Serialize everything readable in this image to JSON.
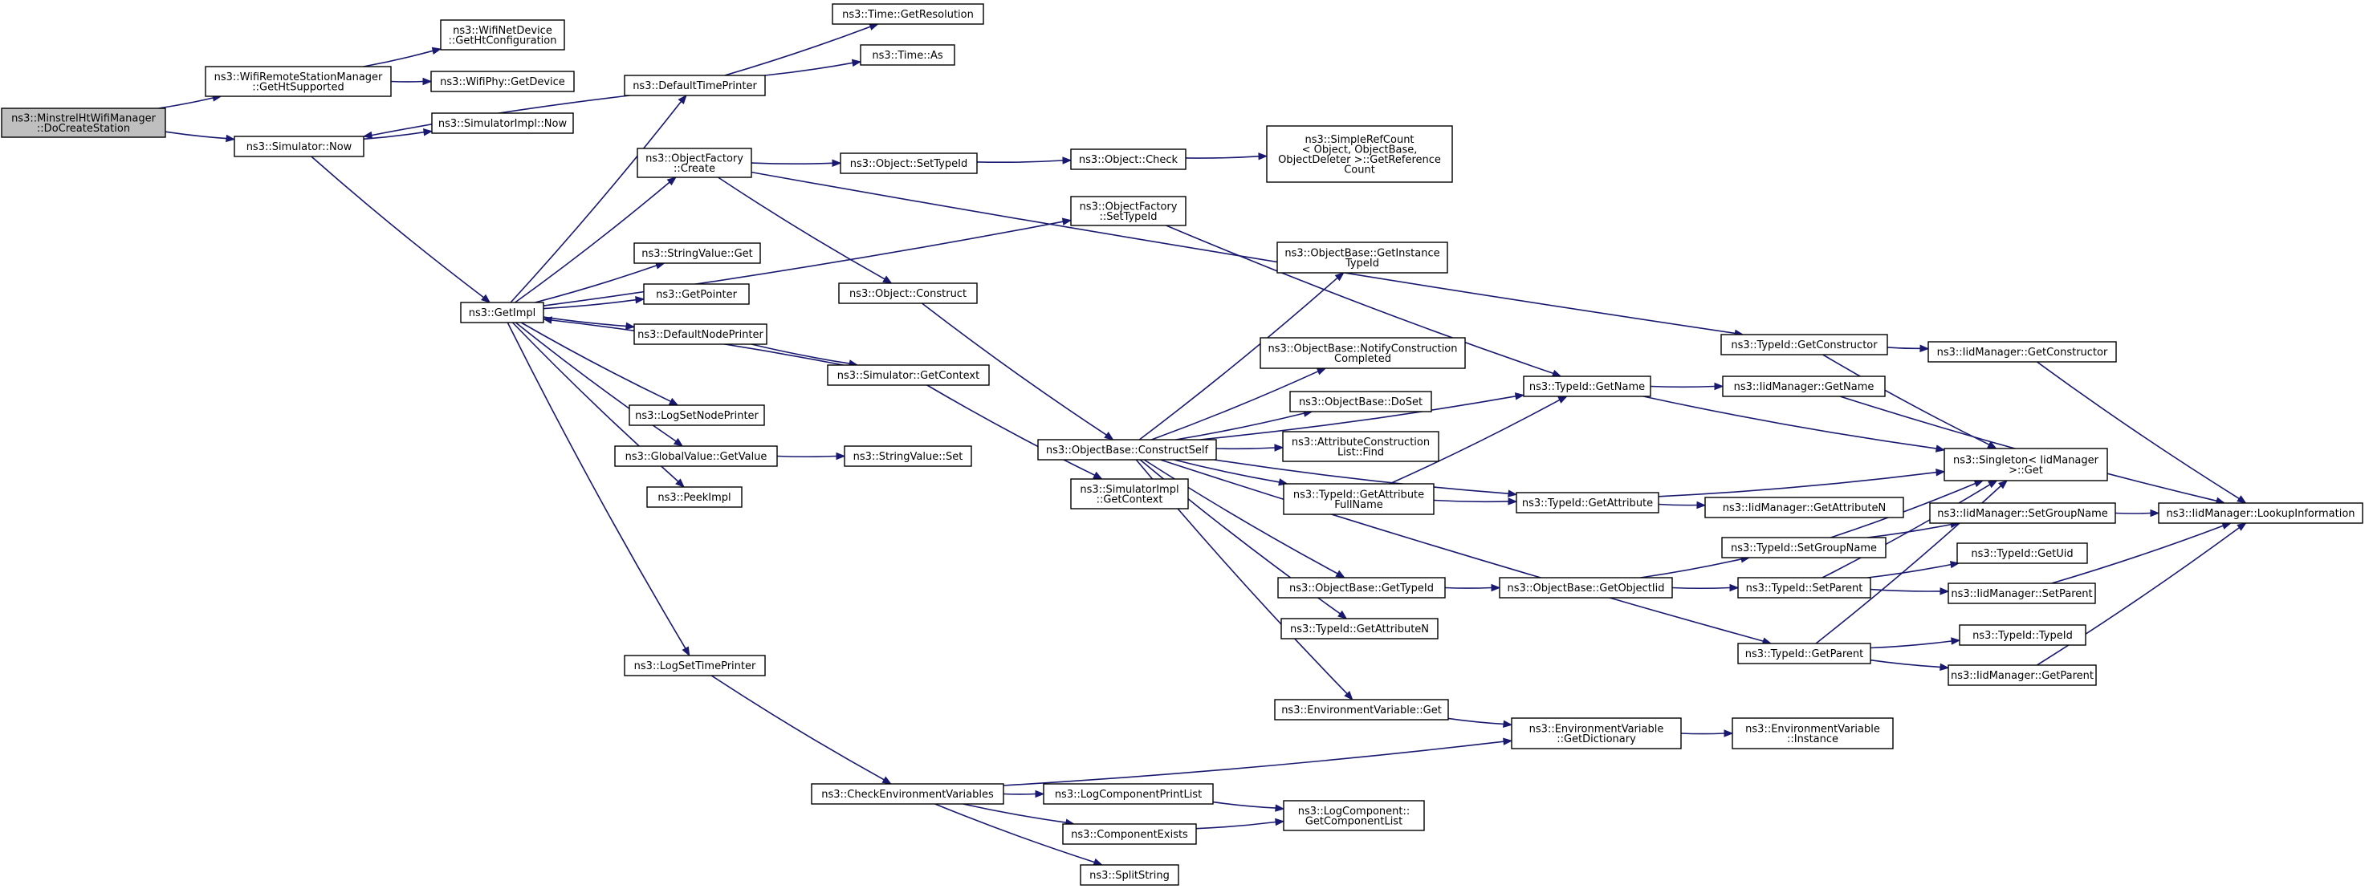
{
  "diagram": {
    "nodes": [
      {
        "id": "root",
        "lines": [
          "ns3::MinstrelHtWifiManager",
          "::DoCreateStation"
        ],
        "root": true
      },
      {
        "id": "rsm_getht",
        "lines": [
          "ns3::WifiRemoteStationManager",
          "::GetHtSupported"
        ]
      },
      {
        "id": "netdev_htconf",
        "lines": [
          "ns3::WifiNetDevice",
          "::GetHtConfiguration"
        ]
      },
      {
        "id": "phy_getdevice",
        "lines": [
          "ns3::WifiPhy::GetDevice"
        ]
      },
      {
        "id": "sim_now",
        "lines": [
          "ns3::Simulator::Now"
        ]
      },
      {
        "id": "simimpl_now",
        "lines": [
          "ns3::SimulatorImpl::Now"
        ]
      },
      {
        "id": "default_time_printer",
        "lines": [
          "ns3::DefaultTimePrinter"
        ]
      },
      {
        "id": "time_getres",
        "lines": [
          "ns3::Time::GetResolution"
        ]
      },
      {
        "id": "time_as",
        "lines": [
          "ns3::Time::As"
        ]
      },
      {
        "id": "getimpl",
        "lines": [
          "ns3::GetImpl"
        ]
      },
      {
        "id": "objfactory_create",
        "lines": [
          "ns3::ObjectFactory",
          "::Create"
        ]
      },
      {
        "id": "object_settypeid",
        "lines": [
          "ns3::Object::SetTypeId"
        ]
      },
      {
        "id": "object_check",
        "lines": [
          "ns3::Object::Check"
        ]
      },
      {
        "id": "simplerefcount",
        "lines": [
          "ns3::SimpleRefCount",
          "< Object, ObjectBase,",
          "ObjectDeleter >::GetReference",
          "Count"
        ]
      },
      {
        "id": "objfactory_settypeid",
        "lines": [
          "ns3::ObjectFactory",
          "::SetTypeId"
        ]
      },
      {
        "id": "stringvalue_get",
        "lines": [
          "ns3::StringValue::Get"
        ]
      },
      {
        "id": "getpointer",
        "lines": [
          "ns3::GetPointer"
        ]
      },
      {
        "id": "defaultnodeprinter",
        "lines": [
          "ns3::DefaultNodePrinter"
        ]
      },
      {
        "id": "object_construct",
        "lines": [
          "ns3::Object::Construct"
        ]
      },
      {
        "id": "sim_getcontext",
        "lines": [
          "ns3::Simulator::GetContext"
        ]
      },
      {
        "id": "logsetnodeprinter",
        "lines": [
          "ns3::LogSetNodePrinter"
        ]
      },
      {
        "id": "globalvalue_getvalue",
        "lines": [
          "ns3::GlobalValue::GetValue"
        ]
      },
      {
        "id": "stringvalue_set",
        "lines": [
          "ns3::StringValue::Set"
        ]
      },
      {
        "id": "peekimpl",
        "lines": [
          "ns3::PeekImpl"
        ]
      },
      {
        "id": "logsettimeprinter",
        "lines": [
          "ns3::LogSetTimePrinter"
        ]
      },
      {
        "id": "checkenv",
        "lines": [
          "ns3::CheckEnvironmentVariables"
        ]
      },
      {
        "id": "logcompprintlist",
        "lines": [
          "ns3::LogComponentPrintList"
        ]
      },
      {
        "id": "componentexists",
        "lines": [
          "ns3::ComponentExists"
        ]
      },
      {
        "id": "splitstring",
        "lines": [
          "ns3::SplitString"
        ]
      },
      {
        "id": "logcomp_getlist",
        "lines": [
          "ns3::LogComponent::",
          "GetComponentList"
        ]
      },
      {
        "id": "objbase_constructself",
        "lines": [
          "ns3::ObjectBase::ConstructSelf"
        ]
      },
      {
        "id": "simimpl_getcontext",
        "lines": [
          "ns3::SimulatorImpl",
          "::GetContext"
        ]
      },
      {
        "id": "objbase_getinstancetypeid",
        "lines": [
          "ns3::ObjectBase::GetInstance",
          "TypeId"
        ]
      },
      {
        "id": "objbase_notifyconstruction",
        "lines": [
          "ns3::ObjectBase::NotifyConstruction",
          "Completed"
        ]
      },
      {
        "id": "objbase_doset",
        "lines": [
          "ns3::ObjectBase::DoSet"
        ]
      },
      {
        "id": "attrconstr_find",
        "lines": [
          "ns3::AttributeConstruction",
          "List::Find"
        ]
      },
      {
        "id": "typeid_getattrfullname",
        "lines": [
          "ns3::TypeId::GetAttribute",
          "FullName"
        ]
      },
      {
        "id": "objbase_gettypeid",
        "lines": [
          "ns3::ObjectBase::GetTypeId"
        ]
      },
      {
        "id": "typeid_getattrn",
        "lines": [
          "ns3::TypeId::GetAttributeN"
        ]
      },
      {
        "id": "envvar_get",
        "lines": [
          "ns3::EnvironmentVariable::Get"
        ]
      },
      {
        "id": "typeid_getname",
        "lines": [
          "ns3::TypeId::GetName"
        ]
      },
      {
        "id": "typeid_getattribute",
        "lines": [
          "ns3::TypeId::GetAttribute"
        ]
      },
      {
        "id": "objbase_getobjectiid",
        "lines": [
          "ns3::ObjectBase::GetObjectIid"
        ]
      },
      {
        "id": "envvar_getdict",
        "lines": [
          "ns3::EnvironmentVariable",
          "::GetDictionary"
        ]
      },
      {
        "id": "envvar_instance",
        "lines": [
          "ns3::EnvironmentVariable",
          "::Instance"
        ]
      },
      {
        "id": "typeid_getconstructor",
        "lines": [
          "ns3::TypeId::GetConstructor"
        ]
      },
      {
        "id": "iid_getname",
        "lines": [
          "ns3::IidManager::GetName"
        ]
      },
      {
        "id": "iid_getattrn",
        "lines": [
          "ns3::IidManager::GetAttributeN"
        ]
      },
      {
        "id": "typeid_setgroupname",
        "lines": [
          "ns3::TypeId::SetGroupName"
        ]
      },
      {
        "id": "typeid_setparent",
        "lines": [
          "ns3::TypeId::SetParent"
        ]
      },
      {
        "id": "typeid_getparent",
        "lines": [
          "ns3::TypeId::GetParent"
        ]
      },
      {
        "id": "iid_getconstructor",
        "lines": [
          "ns3::IidManager::GetConstructor"
        ]
      },
      {
        "id": "singleton_get",
        "lines": [
          "ns3::Singleton< IidManager",
          ">::Get"
        ]
      },
      {
        "id": "iid_setgroupname",
        "lines": [
          "ns3::IidManager::SetGroupName"
        ]
      },
      {
        "id": "typeid_getuid",
        "lines": [
          "ns3::TypeId::GetUid"
        ]
      },
      {
        "id": "iid_setparent",
        "lines": [
          "ns3::IidManager::SetParent"
        ]
      },
      {
        "id": "typeid_typeid",
        "lines": [
          "ns3::TypeId::TypeId"
        ]
      },
      {
        "id": "iid_getparent",
        "lines": [
          "ns3::IidManager::GetParent"
        ]
      },
      {
        "id": "iid_lookupinfo",
        "lines": [
          "ns3::IidManager::LookupInformation"
        ]
      }
    ],
    "edges": [
      [
        "root",
        "rsm_getht"
      ],
      [
        "root",
        "sim_now"
      ],
      [
        "rsm_getht",
        "netdev_htconf"
      ],
      [
        "rsm_getht",
        "phy_getdevice"
      ],
      [
        "sim_now",
        "simimpl_now"
      ],
      [
        "sim_now",
        "getimpl"
      ],
      [
        "default_time_printer",
        "sim_now"
      ],
      [
        "default_time_printer",
        "time_getres"
      ],
      [
        "default_time_printer",
        "time_as"
      ],
      [
        "getimpl",
        "default_time_printer"
      ],
      [
        "getimpl",
        "objfactory_create"
      ],
      [
        "getimpl",
        "objfactory_settypeid"
      ],
      [
        "getimpl",
        "stringvalue_get"
      ],
      [
        "getimpl",
        "getpointer"
      ],
      [
        "getimpl",
        "defaultnodeprinter"
      ],
      [
        "getimpl",
        "logsetnodeprinter"
      ],
      [
        "getimpl",
        "globalvalue_getvalue"
      ],
      [
        "getimpl",
        "peekimpl"
      ],
      [
        "getimpl",
        "logsettimeprinter"
      ],
      [
        "sim_getcontext",
        "getimpl"
      ],
      [
        "defaultnodeprinter",
        "sim_getcontext"
      ],
      [
        "sim_getcontext",
        "simimpl_getcontext"
      ],
      [
        "objfactory_create",
        "object_settypeid"
      ],
      [
        "objfactory_create",
        "object_construct"
      ],
      [
        "objfactory_create",
        "typeid_getconstructor"
      ],
      [
        "object_settypeid",
        "object_check"
      ],
      [
        "object_check",
        "simplerefcount"
      ],
      [
        "objfactory_settypeid",
        "typeid_getname"
      ],
      [
        "object_construct",
        "objbase_constructself"
      ],
      [
        "globalvalue_getvalue",
        "stringvalue_set"
      ],
      [
        "logsettimeprinter",
        "checkenv"
      ],
      [
        "checkenv",
        "logcompprintlist"
      ],
      [
        "checkenv",
        "componentexists"
      ],
      [
        "checkenv",
        "splitstring"
      ],
      [
        "checkenv",
        "envvar_getdict"
      ],
      [
        "logcompprintlist",
        "logcomp_getlist"
      ],
      [
        "componentexists",
        "logcomp_getlist"
      ],
      [
        "objbase_constructself",
        "objbase_getinstancetypeid"
      ],
      [
        "objbase_constructself",
        "typeid_getname"
      ],
      [
        "objbase_constructself",
        "objbase_notifyconstruction"
      ],
      [
        "objbase_constructself",
        "objbase_doset"
      ],
      [
        "objbase_constructself",
        "attrconstr_find"
      ],
      [
        "objbase_constructself",
        "typeid_getattrfullname"
      ],
      [
        "objbase_constructself",
        "typeid_getattribute"
      ],
      [
        "objbase_constructself",
        "objbase_gettypeid"
      ],
      [
        "objbase_constructself",
        "typeid_getattrn"
      ],
      [
        "objbase_constructself",
        "envvar_get"
      ],
      [
        "objbase_constructself",
        "typeid_getparent"
      ],
      [
        "typeid_getattrfullname",
        "typeid_getname"
      ],
      [
        "typeid_getattrfullname",
        "typeid_getattribute"
      ],
      [
        "objbase_gettypeid",
        "objbase_getobjectiid"
      ],
      [
        "objbase_getobjectiid",
        "typeid_setgroupname"
      ],
      [
        "objbase_getobjectiid",
        "typeid_setparent"
      ],
      [
        "envvar_get",
        "envvar_getdict"
      ],
      [
        "envvar_getdict",
        "envvar_instance"
      ],
      [
        "typeid_getname",
        "iid_getname"
      ],
      [
        "typeid_getname",
        "singleton_get"
      ],
      [
        "typeid_getattribute",
        "iid_getattrn"
      ],
      [
        "typeid_getattribute",
        "singleton_get"
      ],
      [
        "typeid_getconstructor",
        "iid_getconstructor"
      ],
      [
        "typeid_getconstructor",
        "singleton_get"
      ],
      [
        "typeid_setgroupname",
        "iid_setgroupname"
      ],
      [
        "typeid_setgroupname",
        "singleton_get"
      ],
      [
        "typeid_setparent",
        "typeid_getuid"
      ],
      [
        "typeid_setparent",
        "iid_setparent"
      ],
      [
        "typeid_setparent",
        "singleton_get"
      ],
      [
        "typeid_getparent",
        "typeid_typeid"
      ],
      [
        "typeid_getparent",
        "iid_getparent"
      ],
      [
        "typeid_getparent",
        "singleton_get"
      ],
      [
        "iid_getname",
        "iid_lookupinfo"
      ],
      [
        "iid_getconstructor",
        "iid_lookupinfo"
      ],
      [
        "iid_setgroupname",
        "iid_lookupinfo"
      ],
      [
        "iid_setparent",
        "iid_lookupinfo"
      ],
      [
        "iid_getparent",
        "iid_lookupinfo"
      ]
    ]
  }
}
